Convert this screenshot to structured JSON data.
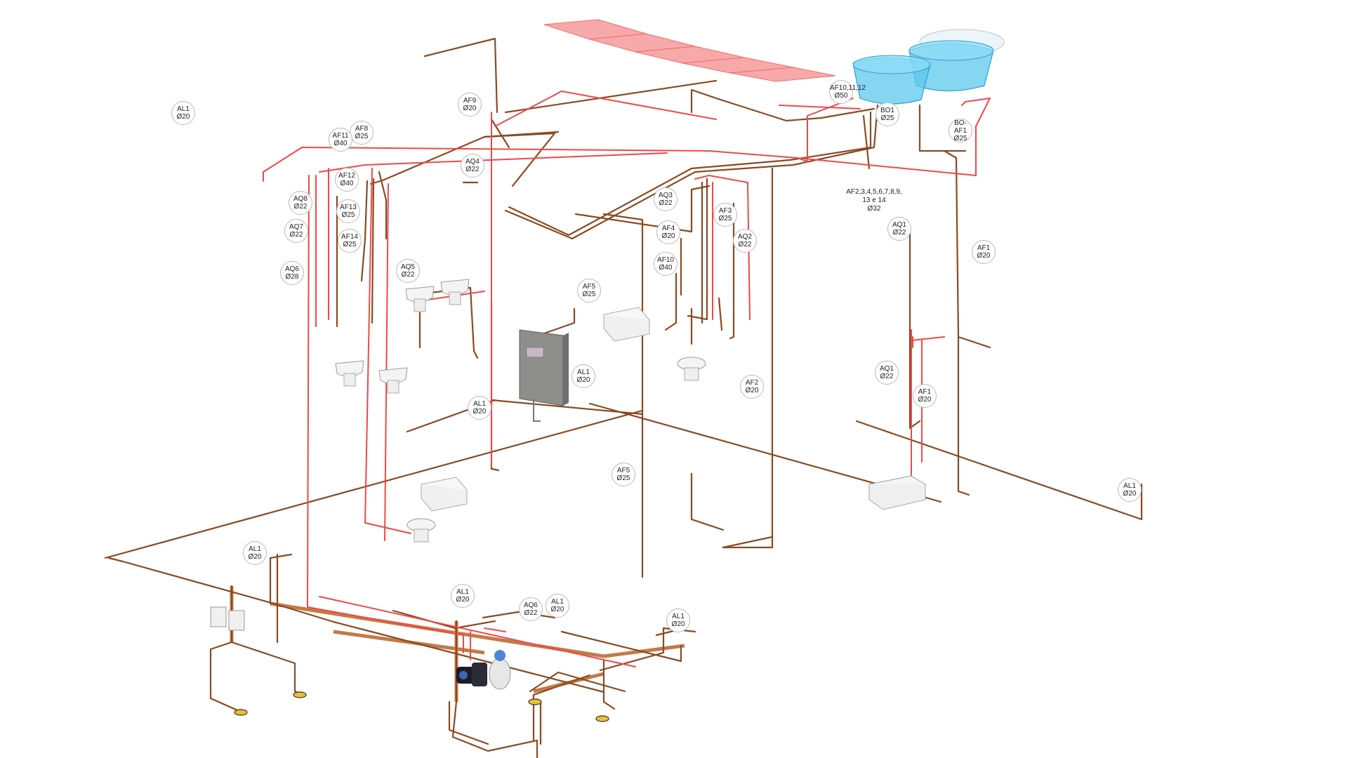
{
  "colors": {
    "cold_pipe": "#8a4a22",
    "hot_pipe": "#f04848",
    "pipe_fill": "#c47a45",
    "tank": "#5cc8ec",
    "solar_panel": "#f7a9a9",
    "board": "#8e8e8a"
  },
  "labels": [
    {
      "code": "AF10,11,12",
      "dia": "Ø50"
    },
    {
      "code": "BO1",
      "dia": "Ø25"
    },
    {
      "code": "BO-AF1",
      "dia": "Ø25"
    },
    {
      "code": "AF9",
      "dia": "Ø20"
    },
    {
      "code": "AF8",
      "dia": "Ø25"
    },
    {
      "code": "AF11",
      "dia": "Ø40"
    },
    {
      "code": "AQ4",
      "dia": "Ø22"
    },
    {
      "code": "AF12",
      "dia": "Ø40"
    },
    {
      "code": "AQ8",
      "dia": "Ø22"
    },
    {
      "code": "AF13",
      "dia": "Ø25"
    },
    {
      "code": "AQ7",
      "dia": "Ø22"
    },
    {
      "code": "AF14",
      "dia": "Ø25"
    },
    {
      "code": "AQ6",
      "dia": "Ø28"
    },
    {
      "code": "AQ5",
      "dia": "Ø22"
    },
    {
      "code": "AQ3",
      "dia": "Ø22"
    },
    {
      "code": "AF3",
      "dia": "Ø25"
    },
    {
      "code": "AF4",
      "dia": "Ø20"
    },
    {
      "code": "AQ2",
      "dia": "Ø22"
    },
    {
      "code": "AF10",
      "dia": "Ø40"
    },
    {
      "code": "AF5",
      "dia": "Ø25"
    },
    {
      "code": "AL1",
      "dia": "Ø20"
    },
    {
      "code": "AQ1",
      "dia": "Ø22"
    },
    {
      "code": "AF1",
      "dia": "Ø20"
    },
    {
      "code": "AL1",
      "dia": "Ø20"
    },
    {
      "code": "AL1",
      "dia": "Ø20"
    },
    {
      "code": "AF2",
      "dia": "Ø20"
    },
    {
      "code": "AQ1",
      "dia": "Ø22"
    },
    {
      "code": "AF1",
      "dia": "Ø20"
    },
    {
      "code": "AF5",
      "dia": "Ø25"
    },
    {
      "code": "AL1",
      "dia": "Ø20"
    },
    {
      "code": "AL1",
      "dia": "Ø20"
    },
    {
      "code": "AL1",
      "dia": "Ø20"
    },
    {
      "code": "AQ6",
      "dia": "Ø22"
    },
    {
      "code": "AL1",
      "dia": "Ø20"
    },
    {
      "code": "AL1",
      "dia": "Ø20"
    }
  ],
  "notes": [
    {
      "lines": [
        "AF2,3,4,5,6,7,8,9,",
        "13 e 14",
        "Ø32"
      ]
    }
  ]
}
